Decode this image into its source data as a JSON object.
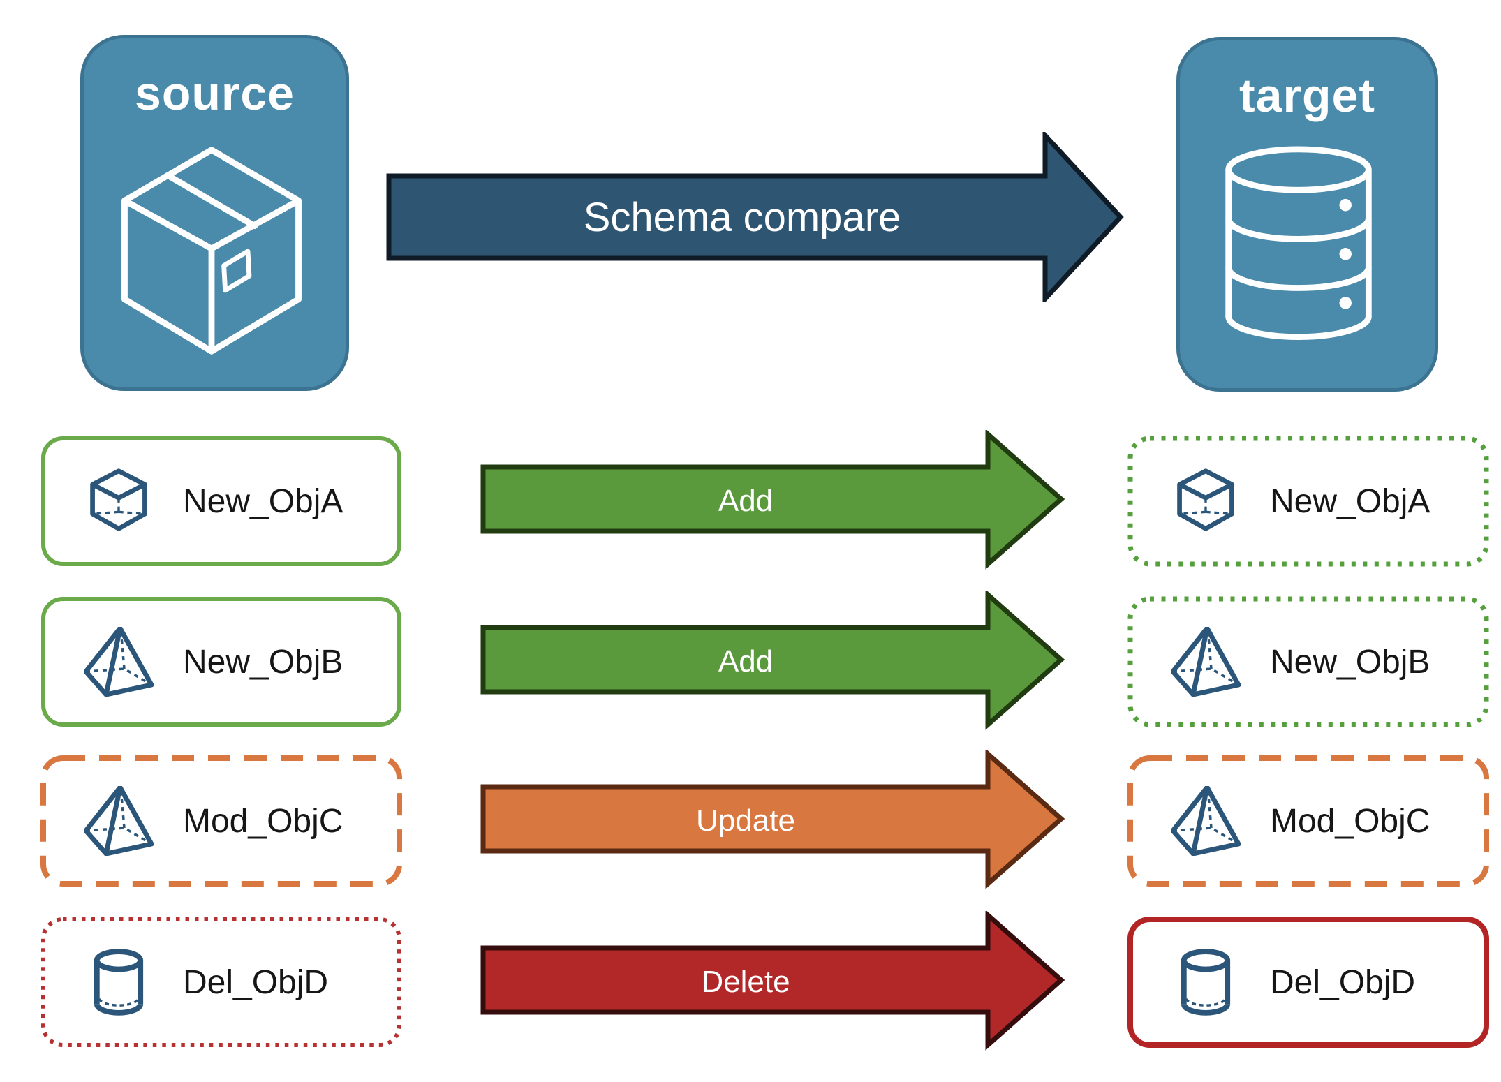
{
  "diagram": {
    "source": {
      "label": "source",
      "icon": "package-icon"
    },
    "target": {
      "label": "target",
      "icon": "database-icon"
    },
    "compare": {
      "label": "Schema compare"
    },
    "rows": [
      {
        "name": "New_ObjA",
        "icon": "cube-icon",
        "action": "Add",
        "left_border": "solid-green",
        "right_border": "dotted-green"
      },
      {
        "name": "New_ObjB",
        "icon": "pyramid-icon",
        "action": "Add",
        "left_border": "solid-green",
        "right_border": "dotted-green"
      },
      {
        "name": "Mod_ObjC",
        "icon": "pyramid-icon",
        "action": "Update",
        "left_border": "dashed-orange",
        "right_border": "dashed-orange"
      },
      {
        "name": "Del_ObjD",
        "icon": "cylinder-icon",
        "action": "Delete",
        "left_border": "dotted-red",
        "right_border": "solid-red"
      }
    ],
    "colors": {
      "node_fill": "#4a8aab",
      "node_border": "#3b7391",
      "compare_arrow_fill": "#2e5673",
      "compare_arrow_border": "#0f1b26",
      "add_fill": "#5b9a3c",
      "add_border": "#203c10",
      "update_fill": "#d8773f",
      "update_border": "#5a2a12",
      "delete_fill": "#b22828",
      "delete_border": "#350d0d",
      "solid_green": "#6aaa4a",
      "dotted_green": "#55a03c",
      "dashed_orange": "#d8773f",
      "dotted_red": "#b63232",
      "solid_red": "#b32424",
      "icon_blue": "#2b567a",
      "label_text": "#161616"
    }
  }
}
